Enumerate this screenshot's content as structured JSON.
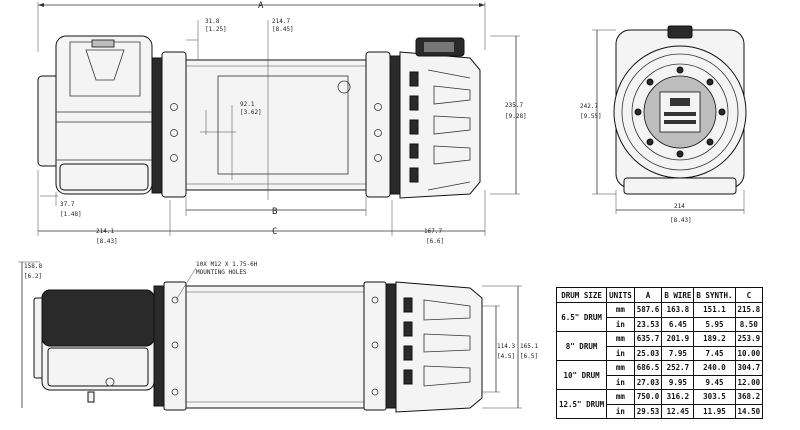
{
  "top_view": {
    "dim_A": "A",
    "dim_B": "B",
    "dim_C": "C",
    "dim_31_8": "31.8",
    "dim_31_8_in": "[1.25]",
    "dim_214_7": "214.7",
    "dim_214_7_in": "[8.45]",
    "dim_92_1": "92.1",
    "dim_92_1_in": "[3.62]",
    "dim_235_7": "235.7",
    "dim_235_7_in": "[9.28]",
    "dim_37_7": "37.7",
    "dim_37_7_in": "[1.48]",
    "dim_214_1": "214.1",
    "dim_214_1_in": "[8.43]",
    "dim_167_7": "167.7",
    "dim_167_7_in": "[6.6]"
  },
  "end_view": {
    "dim_242_7": "242.7",
    "dim_242_7_in": "[9.55]",
    "dim_214": "214",
    "dim_214_in": "[8.43]"
  },
  "bottom_view": {
    "dim_158_8": "158.8",
    "dim_158_8_in": "[6.2]",
    "mounting_note_1": "10X M12 X 1.75-6H",
    "mounting_note_2": "MOUNTING HOLES",
    "dim_114_3": "114.3",
    "dim_114_3_in": "[4.5]",
    "dim_165_1": "165.1",
    "dim_165_1_in": "[6.5]"
  },
  "spec_table": {
    "headers": [
      "DRUM SIZE",
      "UNITS",
      "A",
      "B WIRE",
      "B SYNTH.",
      "C"
    ],
    "rows": [
      {
        "size": "6.5\" DRUM",
        "mm": [
          "587.6",
          "163.8",
          "151.1",
          "215.8"
        ],
        "in": [
          "23.53",
          "6.45",
          "5.95",
          "8.50"
        ]
      },
      {
        "size": "8\" DRUM",
        "mm": [
          "635.7",
          "201.9",
          "189.2",
          "253.9"
        ],
        "in": [
          "25.03",
          "7.95",
          "7.45",
          "10.00"
        ]
      },
      {
        "size": "10\" DRUM",
        "mm": [
          "686.5",
          "252.7",
          "240.0",
          "304.7"
        ],
        "in": [
          "27.03",
          "9.95",
          "9.45",
          "12.00"
        ]
      },
      {
        "size": "12.5\" DRUM",
        "mm": [
          "750.0",
          "316.2",
          "303.5",
          "368.2"
        ],
        "in": [
          "29.53",
          "12.45",
          "11.95",
          "14.50"
        ]
      }
    ],
    "unit_mm": "mm",
    "unit_in": "in"
  }
}
